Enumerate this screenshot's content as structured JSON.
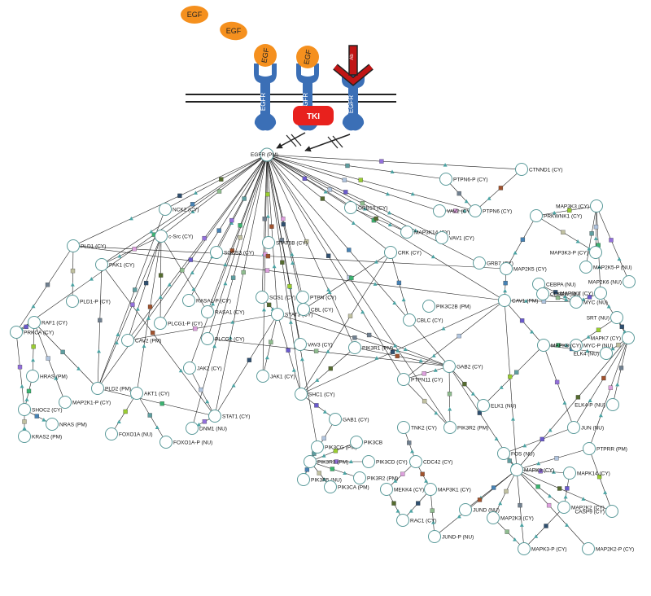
{
  "ligands": {
    "egf1": "EGF",
    "egf2": "EGF",
    "egf_bound1": "EGF",
    "egf_bound2": "EGF",
    "mab": "Ab"
  },
  "receptors": {
    "r1": "EGFR",
    "r2": "EGFR",
    "r3": "EGFR"
  },
  "tki": "TKI",
  "hub": "EGFR (PM)",
  "nodes": [
    {
      "id": "NCK2",
      "label": "NCK2 (CY)"
    },
    {
      "id": "PLD1",
      "label": "PLD1 (CY)"
    },
    {
      "id": "CBLB",
      "label": "c-Src (CY)"
    },
    {
      "id": "GRB10",
      "label": "GRB10 (CY)"
    },
    {
      "id": "MAP3K14",
      "label": "MAP3K14 (CY)"
    },
    {
      "id": "STAT5B",
      "label": "STAT5B (CY)"
    },
    {
      "id": "SOCS3",
      "label": "SOCS3 (CY)"
    },
    {
      "id": "PAK1",
      "label": "PAK1 (CY)"
    },
    {
      "id": "PLD1P",
      "label": "PLD1-P (CY)"
    },
    {
      "id": "RAF1",
      "label": "RAF1 (CY)"
    },
    {
      "id": "PRKCA",
      "label": "PRKCA (CY)"
    },
    {
      "id": "RASA1P",
      "label": "RASA1-P (CY)"
    },
    {
      "id": "RASA1",
      "label": "RASA1 (CY)"
    },
    {
      "id": "PLCG1P",
      "label": "PLCG1-P (CY)"
    },
    {
      "id": "PLCG1",
      "label": "PLCG1 (CY)"
    },
    {
      "id": "CAV2",
      "label": "CAV2 (PM)"
    },
    {
      "id": "SOS1",
      "label": "SOS1 (CY)"
    },
    {
      "id": "STAT3",
      "label": "STAT3 (CY)"
    },
    {
      "id": "PTPN",
      "label": "PTPN (CY)"
    },
    {
      "id": "CRK",
      "label": "CRK (CY)"
    },
    {
      "id": "CBL",
      "label": "CBL (CY)"
    },
    {
      "id": "CBLC",
      "label": "CBLC (CY)"
    },
    {
      "id": "PIK3C2B",
      "label": "PIK3C2B (PM)"
    },
    {
      "id": "GRB7",
      "label": "GRB7 (CY)"
    },
    {
      "id": "VAV1",
      "label": "VAV1 (CY)"
    },
    {
      "id": "VAV2",
      "label": "VAV2 (CY)"
    },
    {
      "id": "PTPN6",
      "label": "PTPN6 (CY)"
    },
    {
      "id": "PTPN6P",
      "label": "PTPN6-P (CY)"
    },
    {
      "id": "CTNND1",
      "label": "CTNND1 (CY)"
    },
    {
      "id": "PRKWNK1",
      "label": "PRKWNK1 (CY)"
    },
    {
      "id": "MAP3K3",
      "label": "MAP3K3 (CY)"
    },
    {
      "id": "MAP2K5",
      "label": "MAP2K5 (CY)"
    },
    {
      "id": "MAP3K3P",
      "label": "MAP3K3-P (CY)"
    },
    {
      "id": "MAP2K5P",
      "label": "MAP2K5-P (NU)"
    },
    {
      "id": "MAP2K6",
      "label": "MAP2K6 (NU)"
    },
    {
      "id": "MAP2K7",
      "label": "MAP2K7 (CY)"
    },
    {
      "id": "CEBPA",
      "label": "CEBPA (NU)"
    },
    {
      "id": "CEBPB",
      "label": "CEBPB (NU)"
    },
    {
      "id": "MYC",
      "label": "MYC (NU)"
    },
    {
      "id": "SRT",
      "label": "SRT (NU)"
    },
    {
      "id": "MAPK7",
      "label": "MAPK7 (CY)"
    },
    {
      "id": "MYCDP",
      "label": "MYC-P (NU)"
    },
    {
      "id": "ELK4",
      "label": "ELK4 (NU)"
    },
    {
      "id": "ELK4P",
      "label": "ELK4-P (NU)"
    },
    {
      "id": "CAV1",
      "label": "CAV1 (PM)"
    },
    {
      "id": "MAPK8",
      "label": "MAPK8 (CY)"
    },
    {
      "id": "GAB2",
      "label": "GAB2 (CY)"
    },
    {
      "id": "ELK1",
      "label": "ELK1 (NU)"
    },
    {
      "id": "JUN",
      "label": "JUN (NU)"
    },
    {
      "id": "PTPRR",
      "label": "PTPRR (PM)"
    },
    {
      "id": "FOS",
      "label": "FOS (NU)"
    },
    {
      "id": "MAPK3",
      "label": "MAPK3 (CY)"
    },
    {
      "id": "MAPK14",
      "label": "MAPK14 (CY)"
    },
    {
      "id": "MAP2K2",
      "label": "MAP2K2 (CY)"
    },
    {
      "id": "CASP9",
      "label": "CASP9 (CY)"
    },
    {
      "id": "JUNDNU",
      "label": "JUND (NU)"
    },
    {
      "id": "MAP2K3",
      "label": "MAP2K3 (CY)"
    },
    {
      "id": "JUNDP",
      "label": "JUND-P (NU)"
    },
    {
      "id": "MAPK3P",
      "label": "MAPK3-P (CY)"
    },
    {
      "id": "MAP2K2P",
      "label": "MAP2K2-P (CY)"
    },
    {
      "id": "PIK3R1",
      "label": "PIK3R1 (PM)"
    },
    {
      "id": "VAV3",
      "label": "VAV3 (CY)"
    },
    {
      "id": "JAK2",
      "label": "JAK2 (CY)"
    },
    {
      "id": "JAK1",
      "label": "JAK1 (CY)"
    },
    {
      "id": "SHC1",
      "label": "SHC1 (CY)"
    },
    {
      "id": "PTPN11",
      "label": "PTPN11 (CY)"
    },
    {
      "id": "PIK3R2",
      "label": "PIK3R2 (PM)"
    },
    {
      "id": "TNK2",
      "label": "TNK2 (CY)"
    },
    {
      "id": "CDC42",
      "label": "CDC42 (CY)"
    },
    {
      "id": "MAP3K1",
      "label": "MAP3K1 (CY)"
    },
    {
      "id": "MEKK4",
      "label": "MEKK4 (CY)"
    },
    {
      "id": "RAC1",
      "label": "RAC1 (CY)"
    },
    {
      "id": "GAB1",
      "label": "GAB1 (CY)"
    },
    {
      "id": "PIK3CG",
      "label": "PIK3CG (PM)"
    },
    {
      "id": "PIK3CB",
      "label": "PIK3CB"
    },
    {
      "id": "PIK3R3",
      "label": "PIK3R3 (PM)"
    },
    {
      "id": "PIK3CD",
      "label": "PIK3CD (CY)"
    },
    {
      "id": "PIK3R2b",
      "label": "PIK3R2 (PM)"
    },
    {
      "id": "PIK3R5",
      "label": "PIK3R5 (NU)"
    },
    {
      "id": "PIK3CA",
      "label": "PIK3CA (PM)"
    },
    {
      "id": "AKT1",
      "label": "AKT1 (CY)"
    },
    {
      "id": "FOXO1A",
      "label": "FOXO1A (NU)"
    },
    {
      "id": "FOXO1AP",
      "label": "FOXO1A-P (NU)"
    },
    {
      "id": "DNM1",
      "label": "DNM1 (NU)"
    },
    {
      "id": "STAT1",
      "label": "STAT1 (CY)"
    },
    {
      "id": "PLD2",
      "label": "PLD2 (PM)"
    },
    {
      "id": "MAP2K1P",
      "label": "MAP2K1-P (CY)"
    },
    {
      "id": "HRAS",
      "label": "HRAS (PM)"
    },
    {
      "id": "SHOC2",
      "label": "SHOC2 (CY)"
    },
    {
      "id": "NRAS",
      "label": "NRAS (PM)"
    },
    {
      "id": "KRAS2",
      "label": "KRAS2 (PM)"
    }
  ],
  "colors": {
    "egf": "#f5901e",
    "egfr": "#3b6fb6",
    "tki": "#e8211d",
    "node_stroke": "#5a9a9a",
    "edge": "#222222",
    "square_palette": [
      "#556b2f",
      "#2f4f6f",
      "#8fbc8f",
      "#6a5acd",
      "#b0c4de",
      "#9acd32",
      "#5f9ea0",
      "#9370db",
      "#3cb371",
      "#4682b4",
      "#c0c0a0",
      "#708090",
      "#a0522d",
      "#dda0dd"
    ],
    "triangle": "#4aa3a3"
  }
}
